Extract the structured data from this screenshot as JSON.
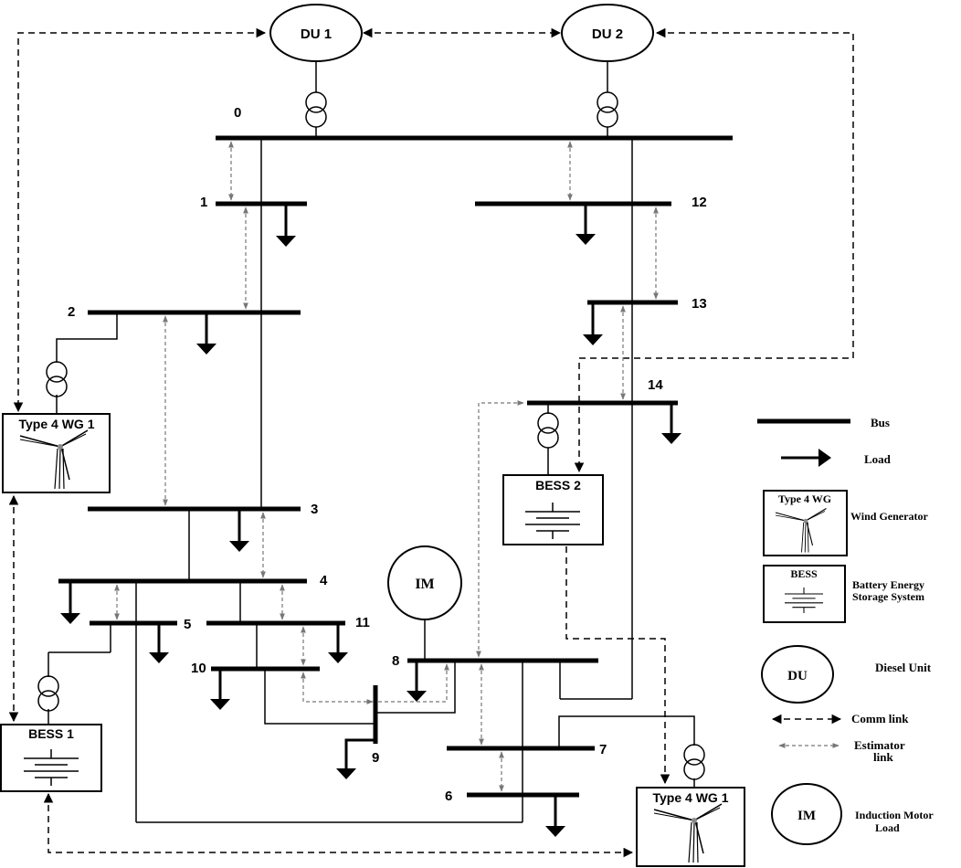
{
  "units": {
    "du1": "DU 1",
    "du2": "DU 2",
    "im": "IM",
    "wg1": "Type 4 WG 1",
    "wg2": "Type 4 WG 1",
    "bess1": "BESS 1",
    "bess2": "BESS 2"
  },
  "buses": {
    "b0": "0",
    "b1": "1",
    "b2": "2",
    "b3": "3",
    "b4": "4",
    "b5": "5",
    "b6": "6",
    "b7": "7",
    "b8": "8",
    "b9": "9",
    "b10": "10",
    "b11": "11",
    "b12": "12",
    "b13": "13",
    "b14": "14"
  },
  "legend": {
    "bus": "Bus",
    "load": "Load",
    "wg_box": "Type 4 WG",
    "wg": "Wind Generator",
    "bess_box": "BESS",
    "bess_line1": "Battery Energy",
    "bess_line2": "Storage System",
    "du_box": "DU",
    "du": "Diesel Unit",
    "comm": "Comm link",
    "est_line1": "Estimator",
    "est_line2": "link",
    "im_box": "IM",
    "im_line1": "Induction Motor",
    "im_line2": "Load"
  }
}
